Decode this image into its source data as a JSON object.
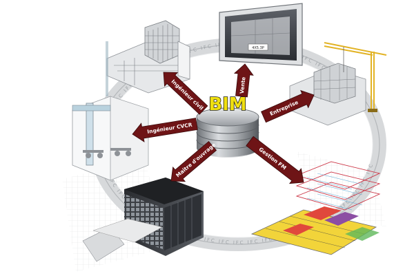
{
  "center": {
    "label": "BIM"
  },
  "ring": {
    "repeat_text": "IFC"
  },
  "arrows": [
    {
      "label": "Ingénieur civil"
    },
    {
      "label": "Vente"
    },
    {
      "label": "Entreprise"
    },
    {
      "label": "Ingénieur CVCR"
    },
    {
      "label": "Maître d'ouvrage"
    },
    {
      "label": "Gestion FM"
    }
  ],
  "screen": {
    "caption": "4X5.3P"
  },
  "colors": {
    "arrow": "#6e1416",
    "bim_text": "#f0e010",
    "ring": "#c9cbcd",
    "crane": "#e2b325",
    "floorplan_yellow": "#f2d43a",
    "floorplan_red": "#e0483c",
    "floorplan_purple": "#8c4ea3"
  }
}
